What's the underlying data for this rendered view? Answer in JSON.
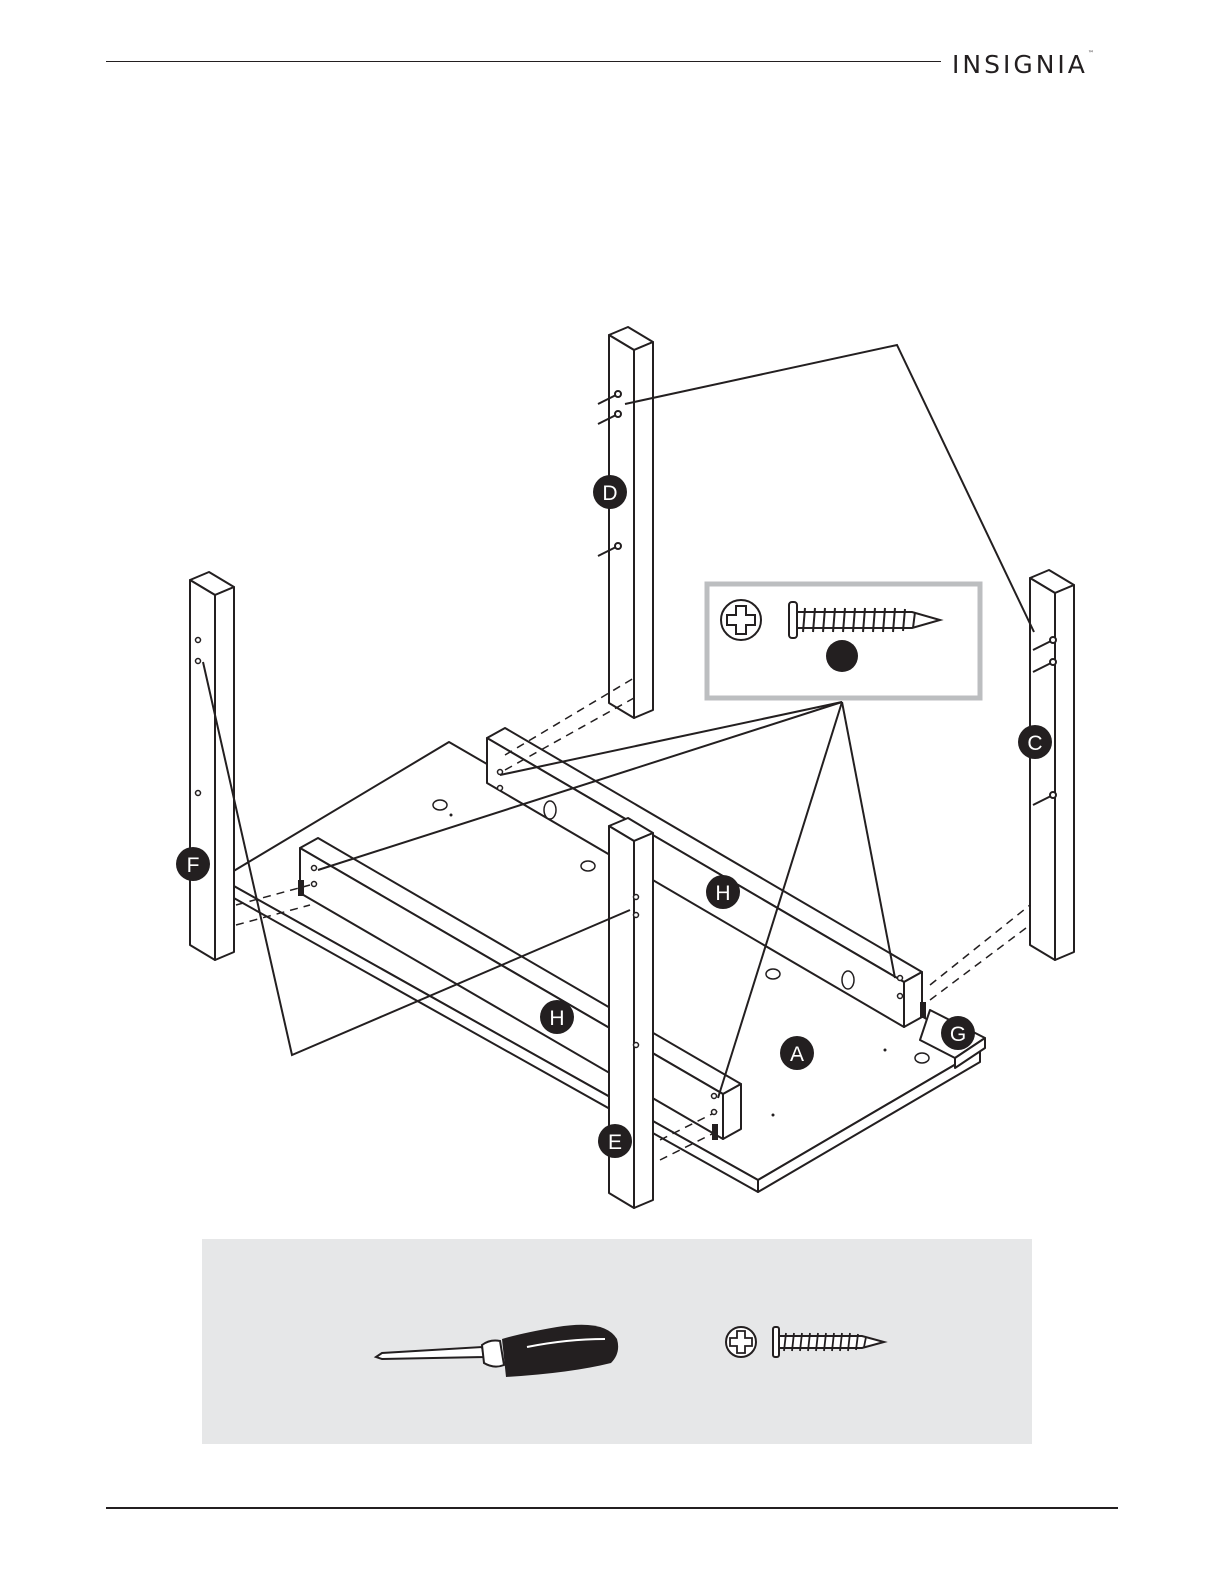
{
  "header": {
    "brand": "INSIGNIA",
    "trademark": "™"
  },
  "callouts": {
    "A": "A",
    "C": "C",
    "D": "D",
    "E": "E",
    "F": "F",
    "G": "G",
    "H_rear": "H",
    "H_front": "H"
  },
  "colors": {
    "ink": "#231f20",
    "panel": "#e6e7e8",
    "inset_border": "#bcbec0"
  },
  "tools": {
    "items": [
      "screwdriver-icon",
      "screw-icon"
    ]
  }
}
